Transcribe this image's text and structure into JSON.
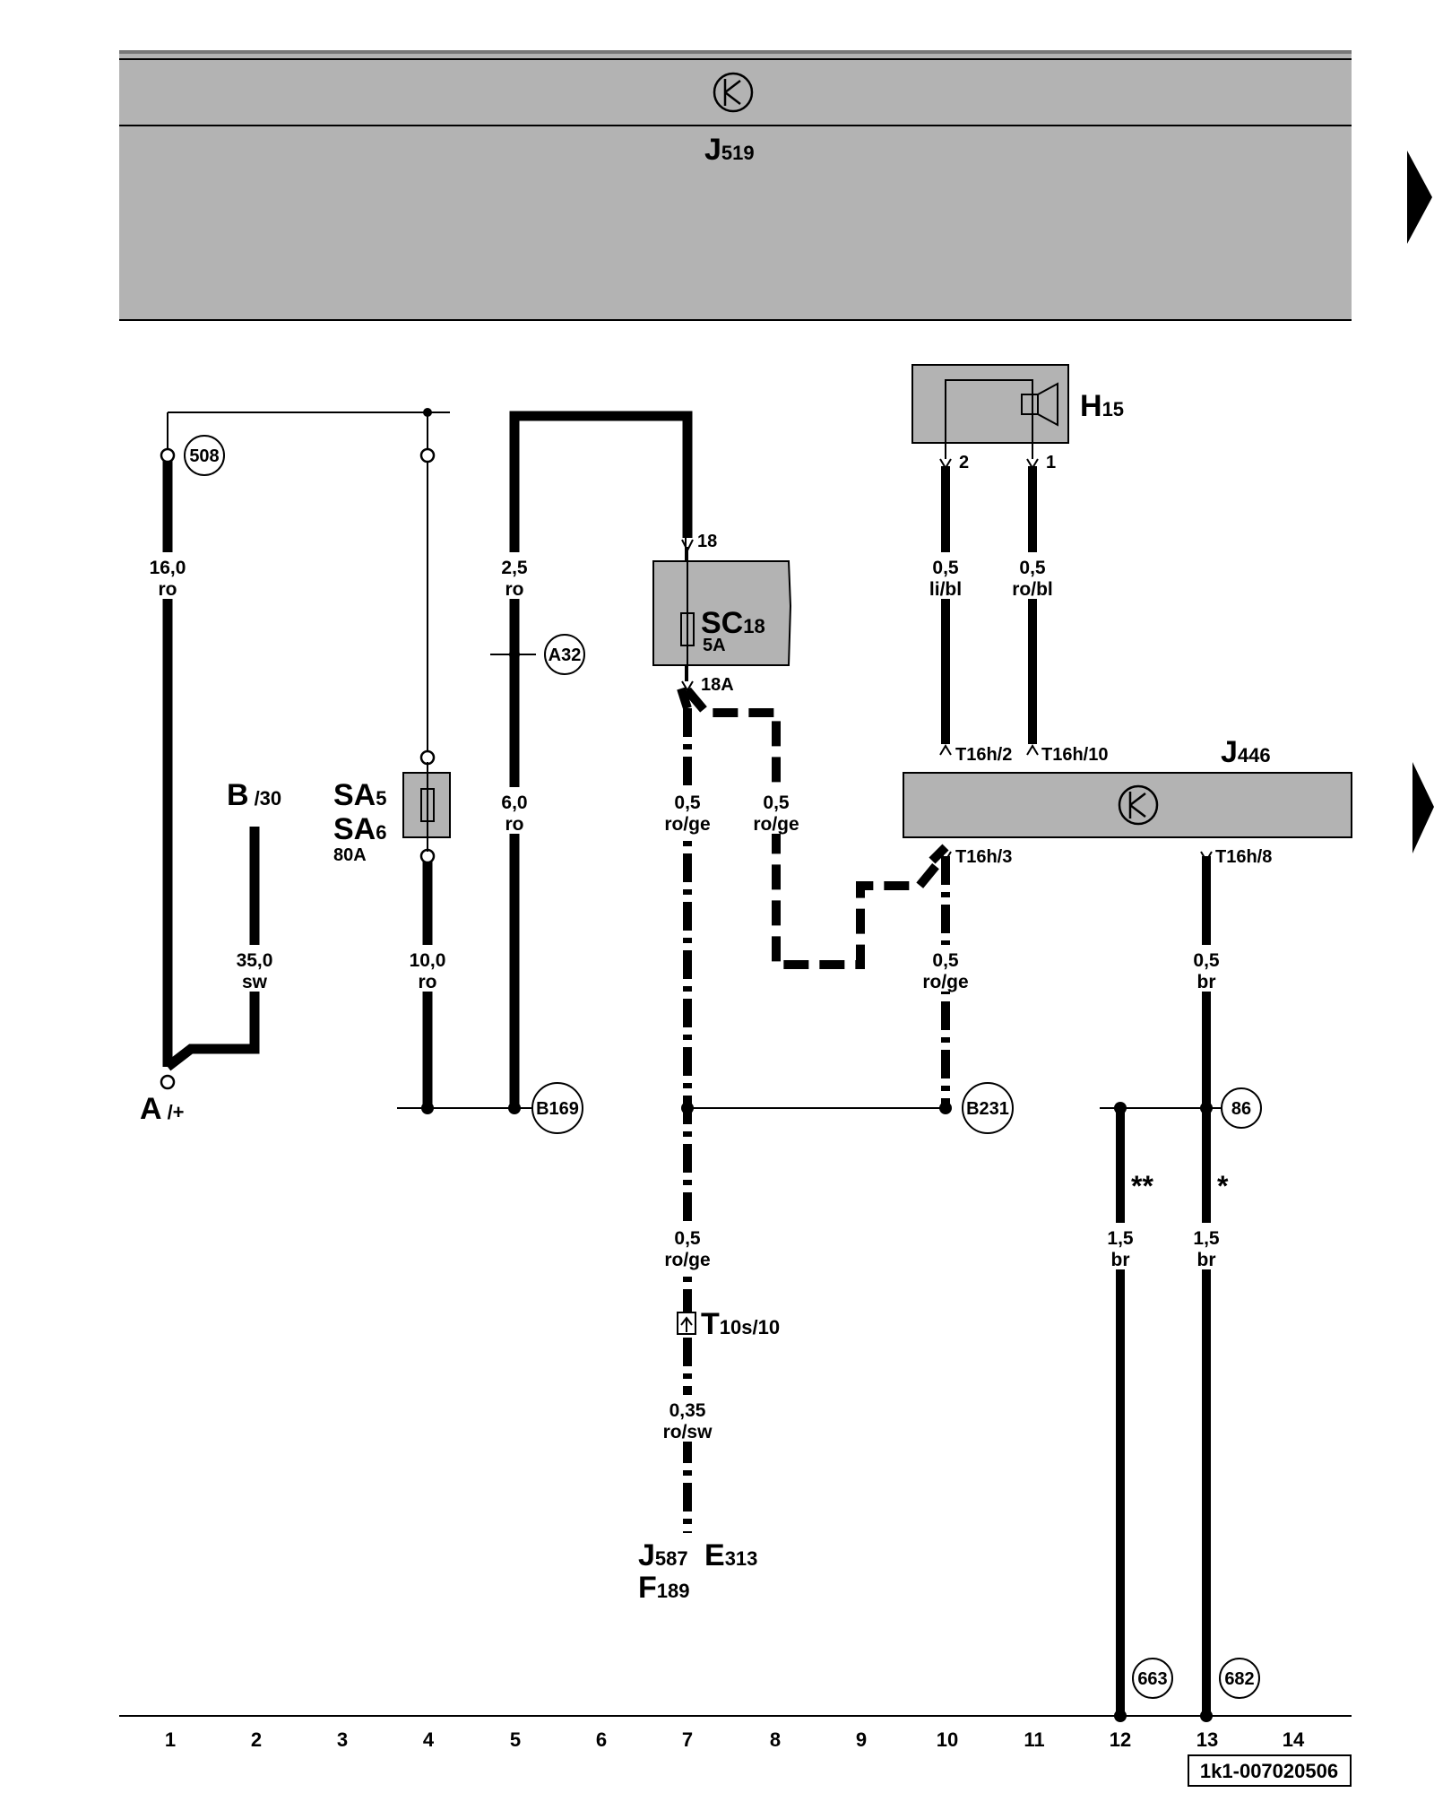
{
  "header": {
    "module": {
      "name": "J",
      "sub": "519"
    }
  },
  "nav": {
    "next_page_icon": "triangle-right-icon",
    "next_section_icon": "triangle-right-icon"
  },
  "components": {
    "h15": {
      "name": "H",
      "sub": "15",
      "pin_2": "2",
      "pin_1": "1",
      "icon": "speaker-icon"
    },
    "sc18": {
      "name": "SC",
      "sub": "18",
      "rating": "5A",
      "pin_in": "18",
      "pin_out": "18A",
      "icon": "fuse-icon"
    },
    "sa56": {
      "name1": "SA",
      "sub1": "5",
      "name2": "SA",
      "sub2": "6",
      "rating": "80A",
      "icon": "fuse-icon"
    },
    "j446": {
      "name": "J",
      "sub": "446",
      "pins": [
        "T16h/2",
        "T16h/10",
        "T16h/3",
        "T16h/8"
      ],
      "icon": "control-unit-icon"
    },
    "battery_b": {
      "name": "B",
      "sub": "/30"
    },
    "battery_a": {
      "name": "A",
      "sub": "/+"
    },
    "connector_t10s": {
      "name": "T",
      "sub": "10s/10"
    },
    "bottom_targets": [
      {
        "name": "J",
        "sub": "587"
      },
      {
        "name": "E",
        "sub": "313"
      },
      {
        "name": "F",
        "sub": "189"
      }
    ]
  },
  "wires": [
    {
      "size": "16,0",
      "color": "ro"
    },
    {
      "size": "35,0",
      "color": "sw"
    },
    {
      "size": "10,0",
      "color": "ro"
    },
    {
      "size": "2,5",
      "color": "ro"
    },
    {
      "size": "6,0",
      "color": "ro"
    },
    {
      "size": "0,5",
      "color": "ro/ge"
    },
    {
      "size": "0,5",
      "color": "ro/ge"
    },
    {
      "size": "0,5",
      "color": "li/bl"
    },
    {
      "size": "0,5",
      "color": "ro/bl"
    },
    {
      "size": "0,5",
      "color": "ro/ge"
    },
    {
      "size": "0,5",
      "color": "br"
    },
    {
      "size": "0,5",
      "color": "ro/ge"
    },
    {
      "size": "0,35",
      "color": "ro/sw"
    },
    {
      "size": "1,5",
      "color": "br"
    },
    {
      "size": "1,5",
      "color": "br"
    }
  ],
  "ground_points": [
    "508",
    "A32",
    "B169",
    "B231",
    "86",
    "663",
    "682"
  ],
  "markers": {
    "double_star": "**",
    "single_star": "*"
  },
  "columns": [
    "1",
    "2",
    "3",
    "4",
    "5",
    "6",
    "7",
    "8",
    "9",
    "10",
    "11",
    "12",
    "13",
    "14"
  ],
  "doc_id": "1k1-007020506"
}
